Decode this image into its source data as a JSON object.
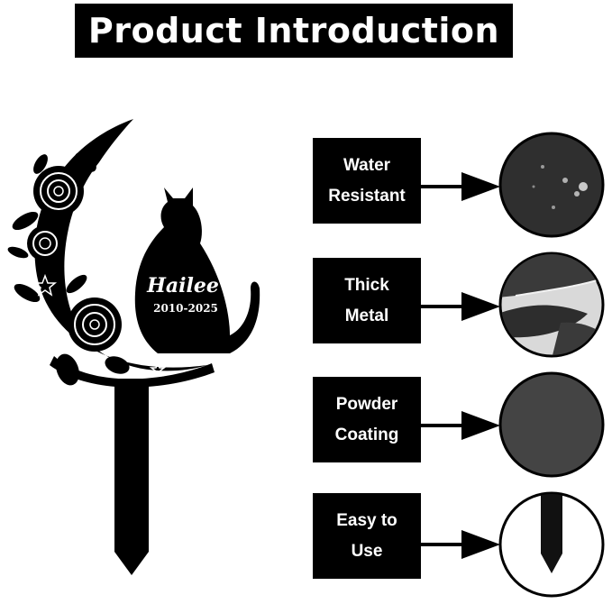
{
  "header": {
    "title": "Product Introduction"
  },
  "product": {
    "name": "Hailee",
    "dates": "2010-2025"
  },
  "features": [
    {
      "line1": "Water",
      "line2": "Resistant",
      "swatch": "water-droplets"
    },
    {
      "line1": "Thick",
      "line2": "Metal",
      "swatch": "metal-edge"
    },
    {
      "line1": "Powder",
      "line2": "Coating",
      "swatch": "powder-texture"
    },
    {
      "line1": "Easy to",
      "line2": "Use",
      "swatch": "stake-spike"
    }
  ],
  "colors": {
    "ink": "#000000",
    "background": "#ffffff",
    "swatch_dark": "#3a3a3a"
  }
}
